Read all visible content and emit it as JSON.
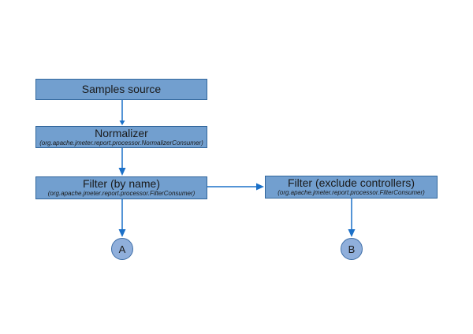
{
  "diagram": {
    "background": "#ffffff",
    "colors": {
      "background": "#ffffff",
      "box_fill": "#729fcf",
      "box_border": "#31669c",
      "circle_fill": "#90afdb",
      "circle_border": "#3d6ea8",
      "arrow": "#1b70c8",
      "text": "#1a1a1a"
    },
    "nodes": [
      {
        "id": "samples-source",
        "label": "Samples source",
        "sublabel": ""
      },
      {
        "id": "normalizer",
        "label": "Normalizer",
        "sublabel": "(org.apache.jmeter.report.processor.NormalizerConsumer)"
      },
      {
        "id": "filter-by-name",
        "label": "Filter (by name)",
        "sublabel": "(org.apache.jmeter.report.processor.FilterConsumer)"
      },
      {
        "id": "filter-exclude-controllers",
        "label": "Filter (exclude controllers)",
        "sublabel": "(org.apache.jmeter.report.processor.FilterConsumer)"
      }
    ],
    "terminals": [
      {
        "id": "terminal-a",
        "label": "A"
      },
      {
        "id": "terminal-b",
        "label": "B"
      }
    ],
    "connectors": [
      {
        "from": "samples-source",
        "to": "normalizer",
        "direction": "down"
      },
      {
        "from": "normalizer",
        "to": "filter-by-name",
        "direction": "down"
      },
      {
        "from": "filter-by-name",
        "to": "terminal-a",
        "direction": "down"
      },
      {
        "from": "filter-by-name",
        "to": "filter-exclude-controllers",
        "direction": "right"
      },
      {
        "from": "filter-exclude-controllers",
        "to": "terminal-b",
        "direction": "down"
      }
    ]
  }
}
